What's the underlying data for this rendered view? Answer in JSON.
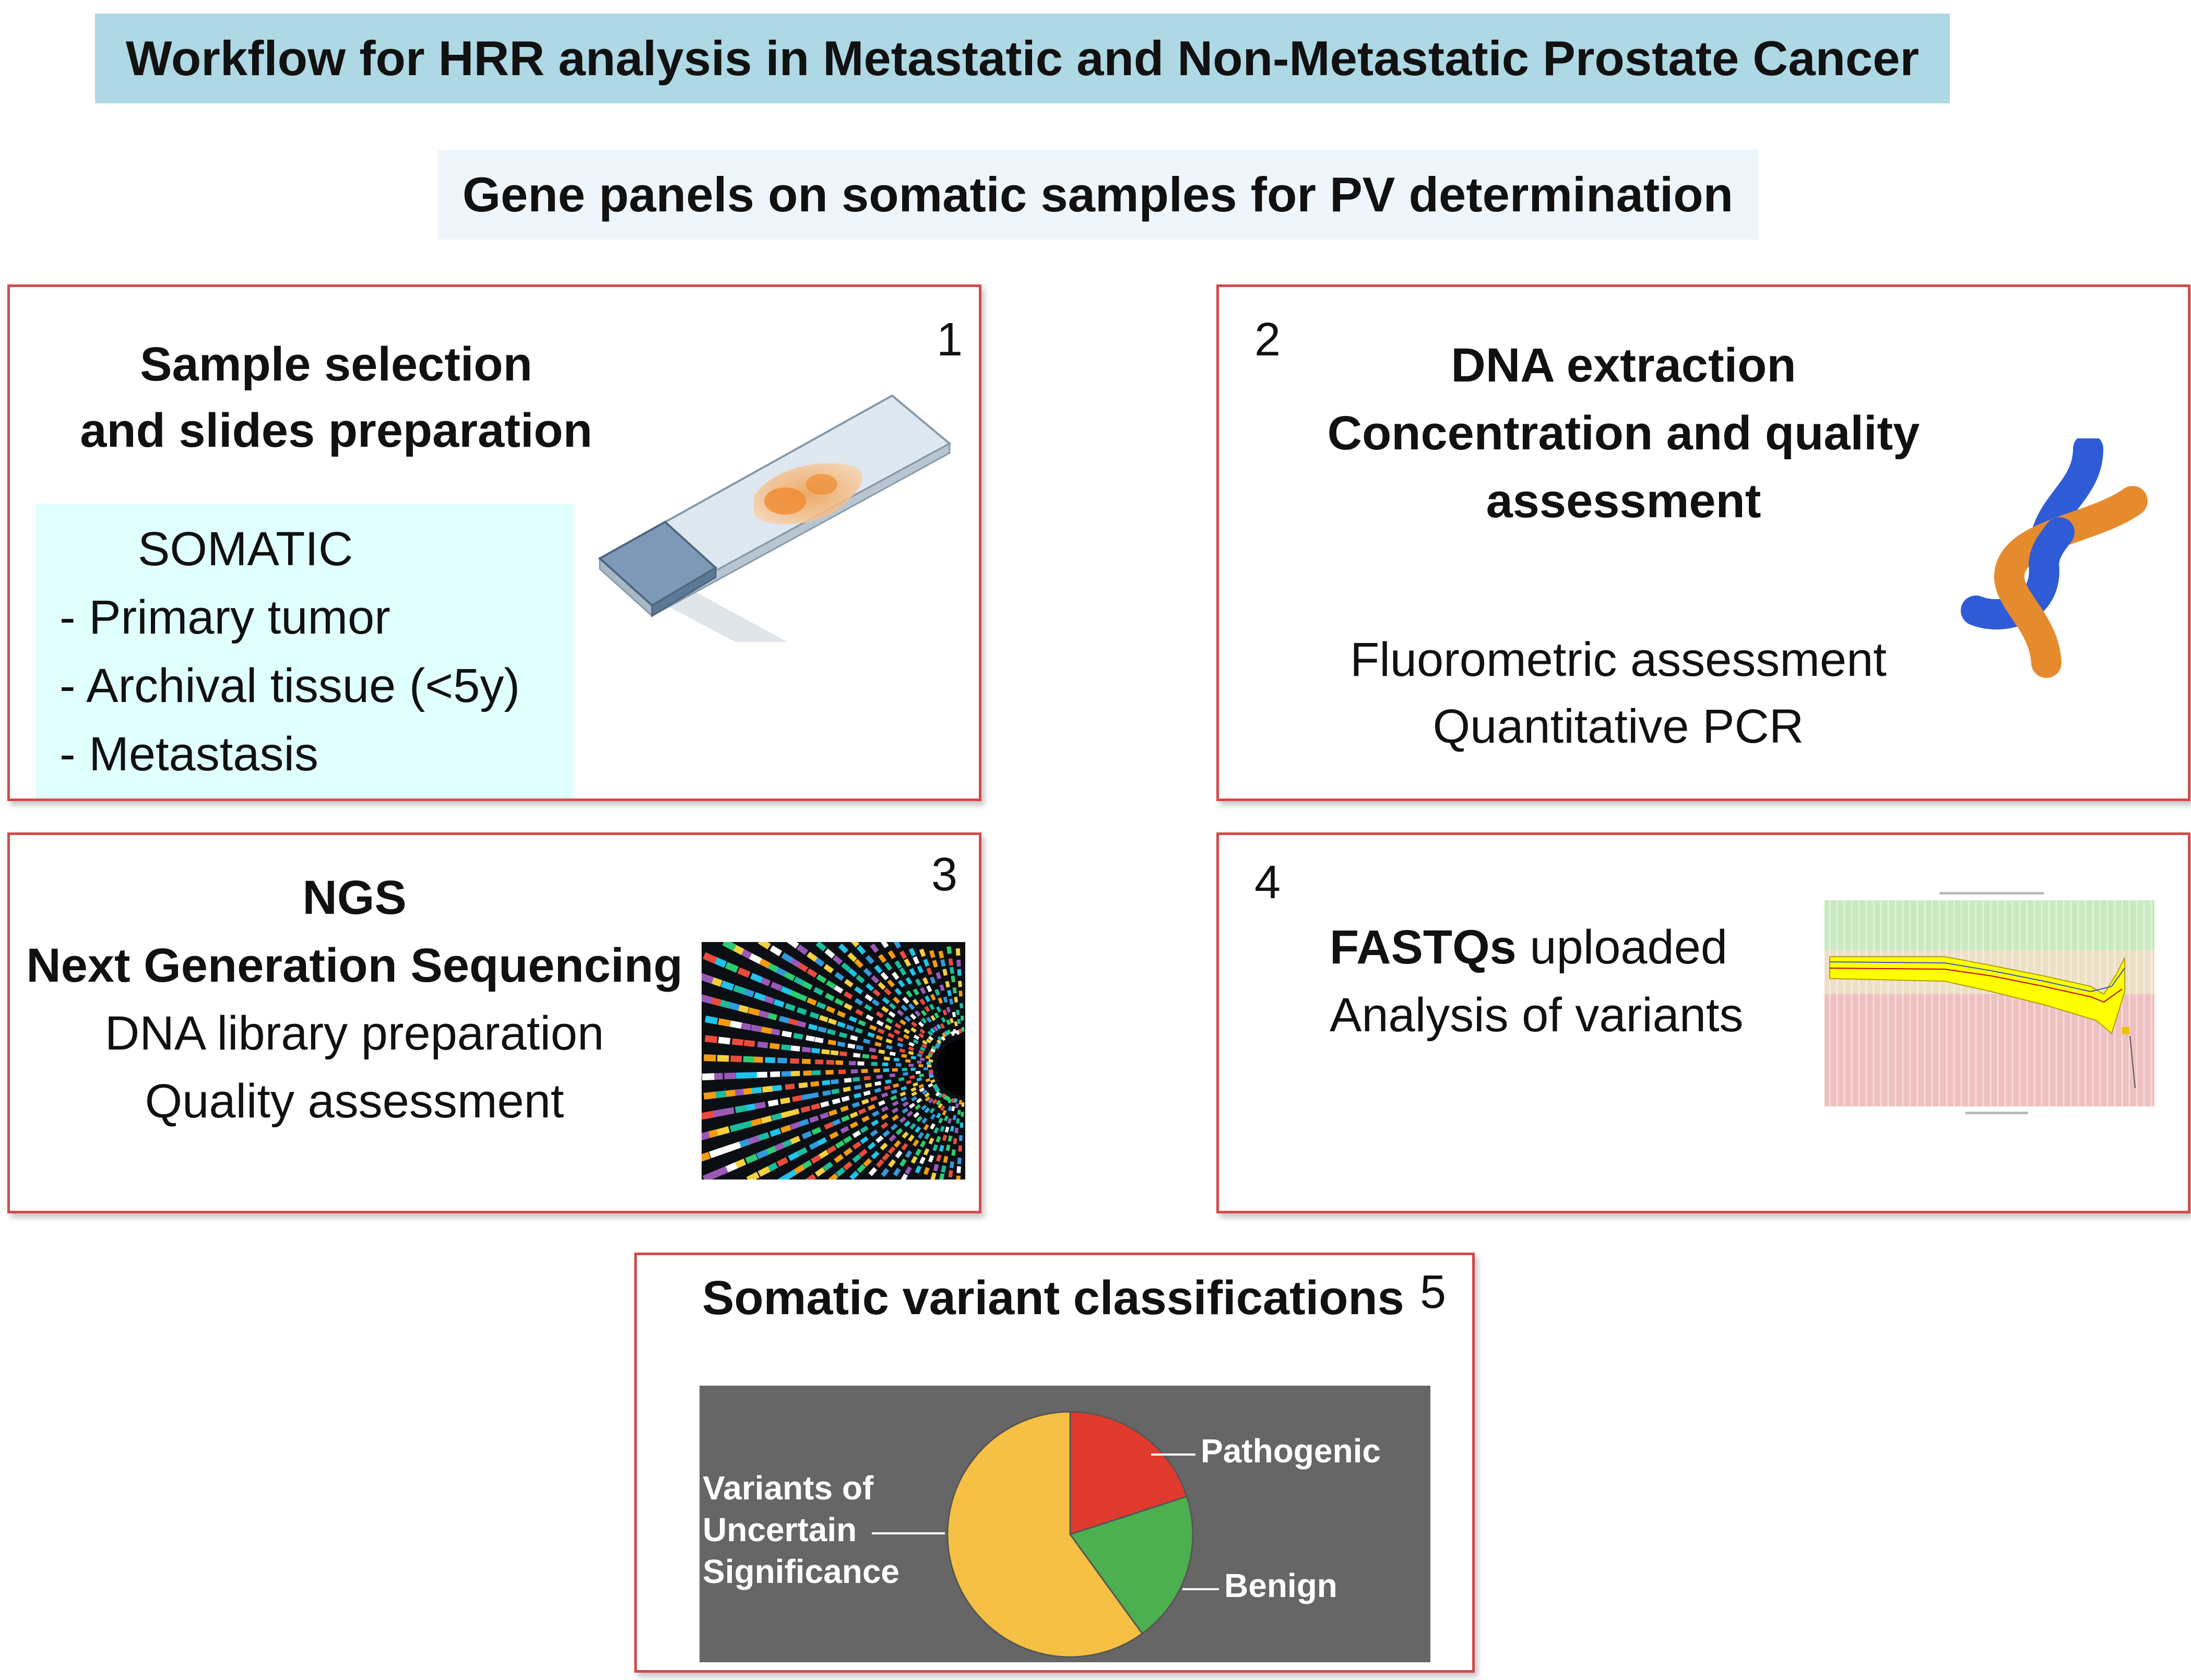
{
  "header": {
    "title": "Workflow for HRR analysis in Metastatic and Non-Metastatic Prostate Cancer",
    "subtitle": "Gene panels on somatic samples for PV determination"
  },
  "colors": {
    "title_bg": "#add8e4",
    "subtitle_bg": "#eef6fb",
    "panel_border": "#d24b4b",
    "somatic_bg": "#e0ffff",
    "pie_pathogenic": "#e03a2e",
    "pie_benign": "#4caf50",
    "pie_vus": "#f5c043",
    "pie_bg": "#666666"
  },
  "steps": [
    {
      "number": "1",
      "title_lines": [
        "Sample selection",
        "and slides preparation"
      ],
      "somatic": {
        "heading": "SOMATIC",
        "items": [
          "- Primary tumor",
          "- Archival tissue (<5y)",
          "- Metastasis"
        ]
      },
      "icon": "glass-slide-icon"
    },
    {
      "number": "2",
      "title_lines": [
        "DNA extraction",
        "Concentration and quality",
        "assessment"
      ],
      "detail_lines": [
        "Fluorometric assessment",
        "Quantitative PCR"
      ],
      "icon": "dna-helix-icon"
    },
    {
      "number": "3",
      "title_lines": [
        "NGS",
        "Next Generation Sequencing"
      ],
      "detail_lines": [
        "DNA library preparation",
        "Quality assessment"
      ],
      "icon": "sequencing-image-icon"
    },
    {
      "number": "4",
      "line1_bold": "FASTQs",
      "line1_rest": " uploaded",
      "line2": "Analysis of variants",
      "icon": "quality-chart-icon"
    },
    {
      "number": "5",
      "title": "Somatic variant classifications",
      "pie": {
        "slices": [
          {
            "label": "Pathogenic",
            "fraction": 0.2
          },
          {
            "label": "Benign",
            "fraction": 0.2
          },
          {
            "label_lines": [
              "Variants of",
              "Uncertain",
              "Significance"
            ],
            "fraction": 0.6
          }
        ]
      }
    }
  ]
}
